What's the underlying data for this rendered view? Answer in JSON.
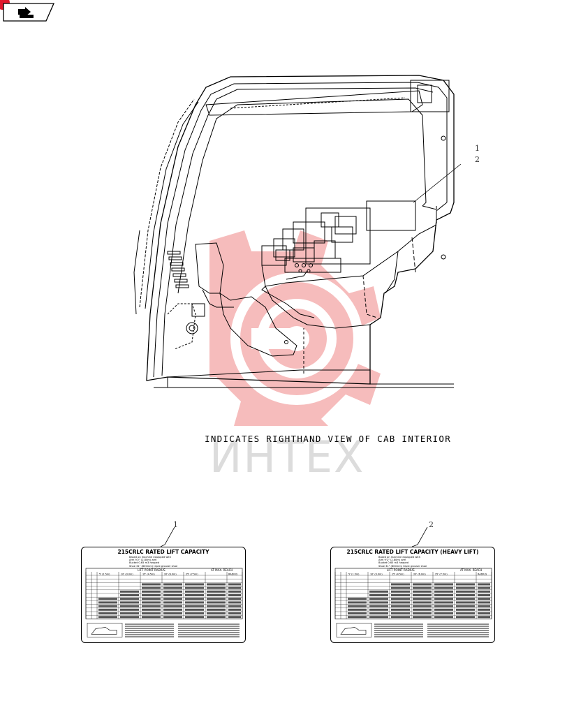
{
  "nav": {
    "icon": "arrow-tab-icon"
  },
  "watermark": {
    "text": "ИНТЕХ",
    "color": "#f5b5b5"
  },
  "caption": "INDICATES RIGHTHAND VIEW OF CAB INTERIOR",
  "callouts": {
    "upper_1": "1",
    "upper_2": "2",
    "decal_1": "1",
    "decal_2": "2"
  },
  "decals": [
    {
      "title": "215CRLC RATED LIFT CAPACITY",
      "lines": [
        "Based on machine equipped with",
        "Arm 9'2\" (2.80m) arm",
        "Bucket 0.65 m3 heaped",
        "Shoe 31\" (800mm) triple grouser shoe"
      ],
      "header": "LIFT POINT RADIUS",
      "max": "AT MAX. REACH",
      "radius": "RADIUS",
      "columns": [
        "5' (1.5m)",
        "10' (3.0m)",
        "15' (4.5m)",
        "20' (6.0m)",
        "25' (7.5m)"
      ],
      "code": ""
    },
    {
      "title": "215CRLC RATED LIFT CAPACITY (HEAVY LIFT)",
      "lines": [
        "Based on machine equipped with",
        "Arm 9'2\" (2.80m) arm",
        "Bucket 0.65 m3 heaped",
        "Shoe 31\" (800mm) triple grouser shoe"
      ],
      "header": "LIFT POINT RADIUS",
      "max": "AT MAX. REACH",
      "radius": "RADIUS",
      "columns": [
        "5' (1.5m)",
        "10' (3.0m)",
        "15' (4.5m)",
        "20' (6.0m)",
        "25' (7.5m)"
      ],
      "code": ""
    }
  ]
}
